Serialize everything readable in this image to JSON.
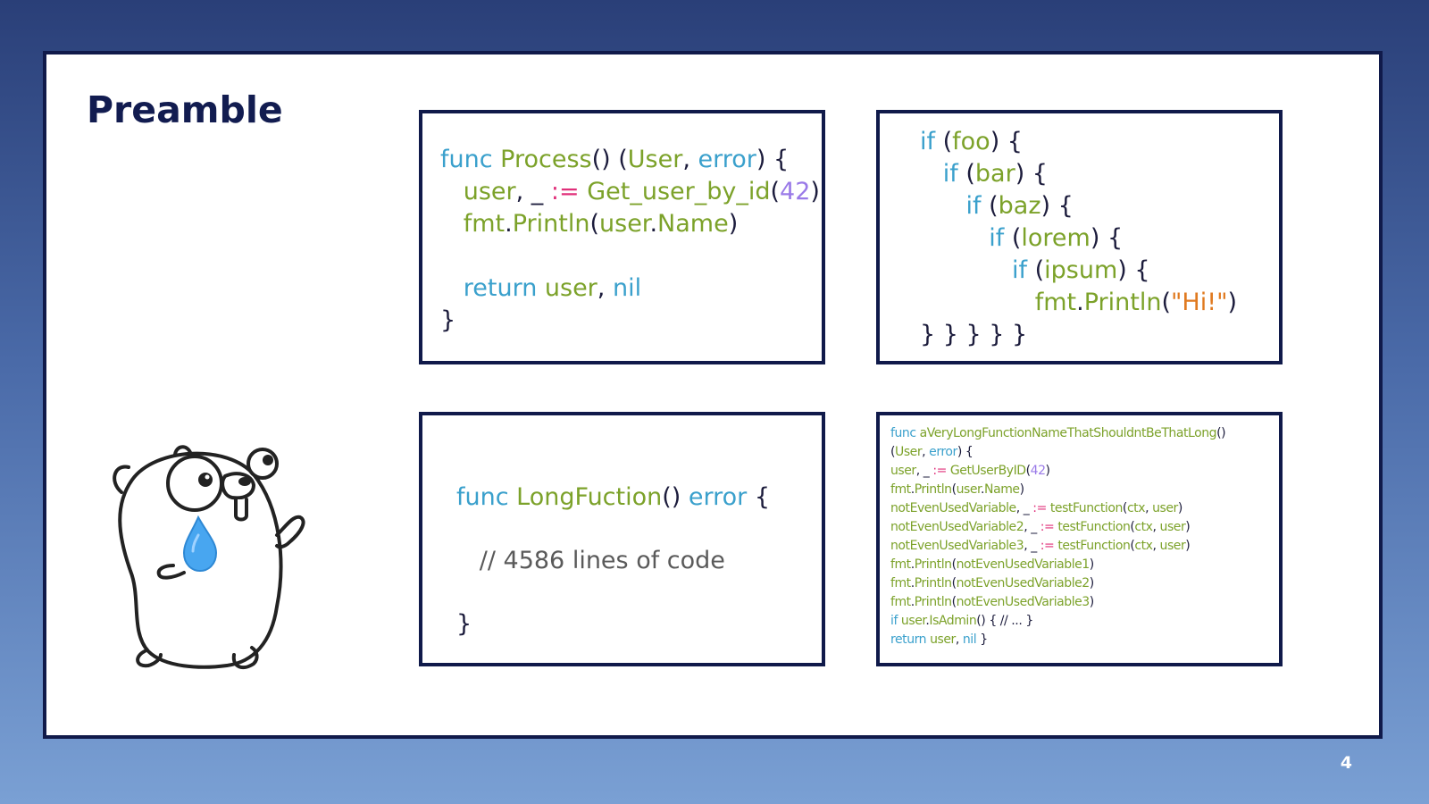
{
  "slide": {
    "title": "Preamble",
    "page_number": "4"
  },
  "code_blocks": [
    {
      "lines": [
        [
          {
            "t": "func ",
            "c": "kw"
          },
          {
            "t": "Process",
            "c": "fn"
          },
          {
            "t": "() (",
            "c": "pu"
          },
          {
            "t": "User",
            "c": "id"
          },
          {
            "t": ", ",
            "c": "pu"
          },
          {
            "t": "error",
            "c": "kw"
          },
          {
            "t": ") {",
            "c": "pu"
          }
        ],
        [
          {
            "t": "   user",
            "c": "id"
          },
          {
            "t": ", _ ",
            "c": "pu"
          },
          {
            "t": ":=",
            "c": "op"
          },
          {
            "t": " ",
            "c": "pu"
          },
          {
            "t": "Get_user_by_id",
            "c": "fn"
          },
          {
            "t": "(",
            "c": "pu"
          },
          {
            "t": "42",
            "c": "num"
          },
          {
            "t": ")",
            "c": "pu"
          }
        ],
        [
          {
            "t": "   fmt",
            "c": "id"
          },
          {
            "t": ".",
            "c": "pu"
          },
          {
            "t": "Println",
            "c": "fn"
          },
          {
            "t": "(",
            "c": "pu"
          },
          {
            "t": "user",
            "c": "id"
          },
          {
            "t": ".",
            "c": "pu"
          },
          {
            "t": "Name",
            "c": "id"
          },
          {
            "t": ")",
            "c": "pu"
          }
        ],
        [
          {
            "t": " ",
            "c": "pu"
          }
        ],
        [
          {
            "t": "   return ",
            "c": "kw"
          },
          {
            "t": "user",
            "c": "id"
          },
          {
            "t": ", ",
            "c": "pu"
          },
          {
            "t": "nil",
            "c": "kw"
          }
        ],
        [
          {
            "t": "}",
            "c": "pu"
          }
        ]
      ]
    },
    {
      "lines": [
        [
          {
            "t": "if ",
            "c": "kw"
          },
          {
            "t": "(",
            "c": "pu"
          },
          {
            "t": "foo",
            "c": "id"
          },
          {
            "t": ") {",
            "c": "pu"
          }
        ],
        [
          {
            "t": "   if ",
            "c": "kw"
          },
          {
            "t": "(",
            "c": "pu"
          },
          {
            "t": "bar",
            "c": "id"
          },
          {
            "t": ") {",
            "c": "pu"
          }
        ],
        [
          {
            "t": "      if ",
            "c": "kw"
          },
          {
            "t": "(",
            "c": "pu"
          },
          {
            "t": "baz",
            "c": "id"
          },
          {
            "t": ") {",
            "c": "pu"
          }
        ],
        [
          {
            "t": "         if ",
            "c": "kw"
          },
          {
            "t": "(",
            "c": "pu"
          },
          {
            "t": "lorem",
            "c": "id"
          },
          {
            "t": ") {",
            "c": "pu"
          }
        ],
        [
          {
            "t": "            if ",
            "c": "kw"
          },
          {
            "t": "(",
            "c": "pu"
          },
          {
            "t": "ipsum",
            "c": "id"
          },
          {
            "t": ") {",
            "c": "pu"
          }
        ],
        [
          {
            "t": "               fmt",
            "c": "id"
          },
          {
            "t": ".",
            "c": "pu"
          },
          {
            "t": "Println",
            "c": "fn"
          },
          {
            "t": "(",
            "c": "pu"
          },
          {
            "t": "\"Hi!\"",
            "c": "str"
          },
          {
            "t": ")",
            "c": "pu"
          }
        ],
        [
          {
            "t": "} } } } }",
            "c": "pu"
          }
        ]
      ]
    },
    {
      "lines": [
        [
          {
            "t": "func ",
            "c": "kw"
          },
          {
            "t": "LongFuction",
            "c": "fn"
          },
          {
            "t": "() ",
            "c": "pu"
          },
          {
            "t": "error",
            "c": "kw"
          },
          {
            "t": " {",
            "c": "pu"
          }
        ],
        [
          {
            "t": "   // 4586 lines of code",
            "c": "cm"
          }
        ],
        [
          {
            "t": "}",
            "c": "pu"
          }
        ]
      ]
    },
    {
      "lines": [
        [
          {
            "t": "func ",
            "c": "kw"
          },
          {
            "t": "aVeryLongFunctionNameThatShouldntBeThatLong",
            "c": "fn"
          },
          {
            "t": "()",
            "c": "pu"
          }
        ],
        [
          {
            "t": "(",
            "c": "pu"
          },
          {
            "t": "User",
            "c": "id"
          },
          {
            "t": ", ",
            "c": "pu"
          },
          {
            "t": "error",
            "c": "kw"
          },
          {
            "t": ") {",
            "c": "pu"
          }
        ],
        [
          {
            "t": "user",
            "c": "id"
          },
          {
            "t": ", _ ",
            "c": "pu"
          },
          {
            "t": ":=",
            "c": "op"
          },
          {
            "t": " ",
            "c": "pu"
          },
          {
            "t": "GetUserByID",
            "c": "fn"
          },
          {
            "t": "(",
            "c": "pu"
          },
          {
            "t": "42",
            "c": "num"
          },
          {
            "t": ")",
            "c": "pu"
          }
        ],
        [
          {
            "t": "fmt",
            "c": "id"
          },
          {
            "t": ".",
            "c": "pu"
          },
          {
            "t": "Println",
            "c": "fn"
          },
          {
            "t": "(",
            "c": "pu"
          },
          {
            "t": "user",
            "c": "id"
          },
          {
            "t": ".",
            "c": "pu"
          },
          {
            "t": "Name",
            "c": "id"
          },
          {
            "t": ")",
            "c": "pu"
          }
        ],
        [
          {
            "t": "notEvenUsedVariable",
            "c": "id"
          },
          {
            "t": ", _ ",
            "c": "pu"
          },
          {
            "t": ":=",
            "c": "op"
          },
          {
            "t": " ",
            "c": "pu"
          },
          {
            "t": "testFunction",
            "c": "fn"
          },
          {
            "t": "(",
            "c": "pu"
          },
          {
            "t": "ctx",
            "c": "id"
          },
          {
            "t": ", ",
            "c": "pu"
          },
          {
            "t": "user",
            "c": "id"
          },
          {
            "t": ")",
            "c": "pu"
          }
        ],
        [
          {
            "t": "notEvenUsedVariable2",
            "c": "id"
          },
          {
            "t": ", _ ",
            "c": "pu"
          },
          {
            "t": ":=",
            "c": "op"
          },
          {
            "t": " ",
            "c": "pu"
          },
          {
            "t": "testFunction",
            "c": "fn"
          },
          {
            "t": "(",
            "c": "pu"
          },
          {
            "t": "ctx",
            "c": "id"
          },
          {
            "t": ", ",
            "c": "pu"
          },
          {
            "t": "user",
            "c": "id"
          },
          {
            "t": ")",
            "c": "pu"
          }
        ],
        [
          {
            "t": "notEvenUsedVariable3",
            "c": "id"
          },
          {
            "t": ", _ ",
            "c": "pu"
          },
          {
            "t": ":=",
            "c": "op"
          },
          {
            "t": " ",
            "c": "pu"
          },
          {
            "t": "testFunction",
            "c": "fn"
          },
          {
            "t": "(",
            "c": "pu"
          },
          {
            "t": "ctx",
            "c": "id"
          },
          {
            "t": ", ",
            "c": "pu"
          },
          {
            "t": "user",
            "c": "id"
          },
          {
            "t": ")",
            "c": "pu"
          }
        ],
        [
          {
            "t": "fmt",
            "c": "id"
          },
          {
            "t": ".",
            "c": "pu"
          },
          {
            "t": "Println",
            "c": "fn"
          },
          {
            "t": "(",
            "c": "pu"
          },
          {
            "t": "notEvenUsedVariable1",
            "c": "id"
          },
          {
            "t": ")",
            "c": "pu"
          }
        ],
        [
          {
            "t": "fmt",
            "c": "id"
          },
          {
            "t": ".",
            "c": "pu"
          },
          {
            "t": "Println",
            "c": "fn"
          },
          {
            "t": "(",
            "c": "pu"
          },
          {
            "t": "notEvenUsedVariable2",
            "c": "id"
          },
          {
            "t": ")",
            "c": "pu"
          }
        ],
        [
          {
            "t": "fmt",
            "c": "id"
          },
          {
            "t": ".",
            "c": "pu"
          },
          {
            "t": "Println",
            "c": "fn"
          },
          {
            "t": "(",
            "c": "pu"
          },
          {
            "t": "notEvenUsedVariable3",
            "c": "id"
          },
          {
            "t": ")",
            "c": "pu"
          }
        ],
        [
          {
            "t": "if ",
            "c": "kw"
          },
          {
            "t": "user",
            "c": "id"
          },
          {
            "t": ".",
            "c": "pu"
          },
          {
            "t": "IsAdmin",
            "c": "fn"
          },
          {
            "t": "() { // ... }",
            "c": "pu"
          }
        ],
        [
          {
            "t": "return ",
            "c": "kw"
          },
          {
            "t": "user",
            "c": "id"
          },
          {
            "t": ", ",
            "c": "pu"
          },
          {
            "t": "nil",
            "c": "kw"
          },
          {
            "t": " }",
            "c": "pu"
          }
        ]
      ]
    }
  ],
  "colors": {
    "keyword": "#3aa0cc",
    "identifier": "#7ca22a",
    "operator": "#e0307a",
    "number": "#9a7ae8",
    "string": "#e07a20",
    "frame": "#101a4a",
    "title": "#121c50"
  },
  "illustration": {
    "name": "go-gopher-sweat-drop"
  }
}
